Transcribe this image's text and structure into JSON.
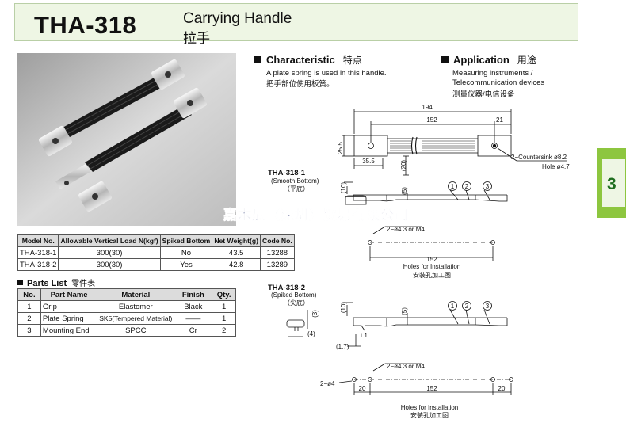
{
  "header": {
    "model": "THA-318",
    "title_en": "Carrying Handle",
    "title_cn": "拉手"
  },
  "watermark": "嘉木辰（深圳）贸易有限公司",
  "characteristic": {
    "heading": "Characteristic",
    "heading_cn": "特点",
    "text_en": "A plate spring is used in this handle.",
    "text_cn": "把手部位使用板簧。"
  },
  "application": {
    "heading": "Application",
    "heading_cn": "用途",
    "text_en_1": "Measuring instruments /",
    "text_en_2": "Telecommunication devices",
    "text_cn": "测量仪器/电信设备"
  },
  "spec_table": {
    "headers": [
      "Model No.",
      "Allowable Vertical Load N(kgf)",
      "Spiked Bottom",
      "Net Weight(g)",
      "Code No."
    ],
    "rows": [
      [
        "THA-318-1",
        "300(30)",
        "No",
        "43.5",
        "13288"
      ],
      [
        "THA-318-2",
        "300(30)",
        "Yes",
        "42.8",
        "13289"
      ]
    ]
  },
  "parts": {
    "title": "Parts List",
    "title_cn": "零件表",
    "headers": [
      "No.",
      "Part Name",
      "Material",
      "Finish",
      "Qty."
    ],
    "rows": [
      [
        "1",
        "Grip",
        "Elastomer",
        "Black",
        "1"
      ],
      [
        "2",
        "Plate Spring",
        "SK5(Tempered Material)",
        "——",
        "1"
      ],
      [
        "3",
        "Mounting End",
        "SPCC",
        "Cr",
        "2"
      ]
    ]
  },
  "drawing": {
    "dim_total": "194",
    "dim_152": "152",
    "dim_21": "21",
    "dim_25_5": "25.5",
    "dim_35_5": "35.5",
    "dim_20": "(20)",
    "countersink": "2−Countersink ø8.2",
    "hole": "Hole ø4.7",
    "v1_title": "THA-318-1",
    "v1_sub": "(Smooth Bottom)",
    "v1_sub_cn": "（平底）",
    "v1_10": "(10)",
    "v1_5": "(5)",
    "callouts": [
      "1",
      "2",
      "3"
    ],
    "holes_label_1": "2−ø4.3 or M4",
    "holes_152_1": "152",
    "holes_for_1": "Holes for Installation",
    "holes_cn_1": "安装孔加工图",
    "v2_title": "THA-318-2",
    "v2_sub": "(Spiked Bottom)",
    "v2_sub_cn": "（尖底）",
    "v2_10": "(10)",
    "v2_5": "(5)",
    "v2_3": "(3)",
    "v2_4": "(4)",
    "v2_17": "(1.7)",
    "v2_t1": "t 1",
    "holes_label_2": "2−ø4.3 or M4",
    "holes_side_2": "2−ø4",
    "holes_20a": "20",
    "holes_152_2": "152",
    "holes_20b": "20",
    "holes_for_2": "Holes for Installation",
    "holes_cn_2": "安装孔加工图"
  },
  "side_tab": {
    "number": "3"
  }
}
